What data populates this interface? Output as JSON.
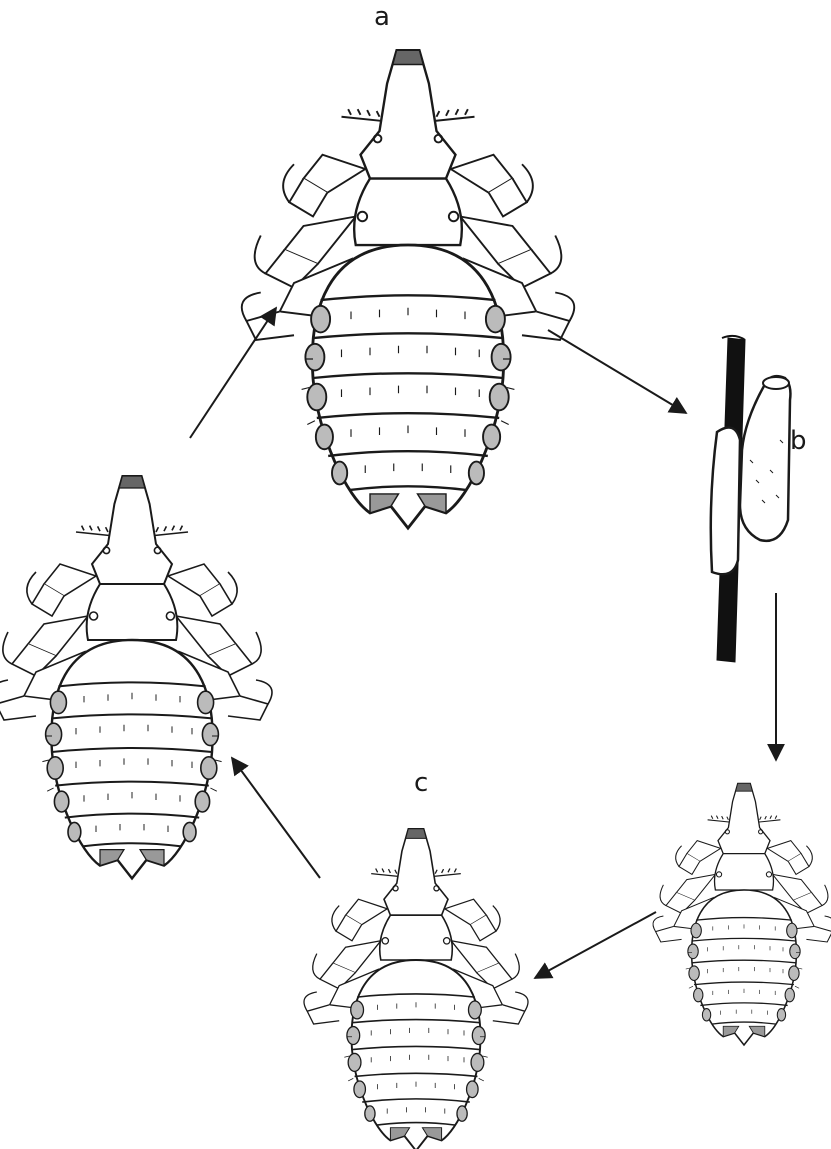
{
  "figure": {
    "stage_labels": {
      "a": "a",
      "b": "b",
      "c": "c"
    },
    "stages": [
      {
        "id": "adult",
        "label_key": "a"
      },
      {
        "id": "egg-on-hair",
        "label_key": "b"
      },
      {
        "id": "nymph-small",
        "label_key": ""
      },
      {
        "id": "nymph-medium",
        "label_key": "c"
      },
      {
        "id": "nymph-large",
        "label_key": ""
      }
    ],
    "cycle_order": [
      "adult",
      "egg-on-hair",
      "nymph-small",
      "nymph-medium",
      "nymph-large",
      "adult"
    ],
    "colors": {
      "ink": "#1a1a1a",
      "background": "#ffffff",
      "hair": "#111111"
    }
  }
}
